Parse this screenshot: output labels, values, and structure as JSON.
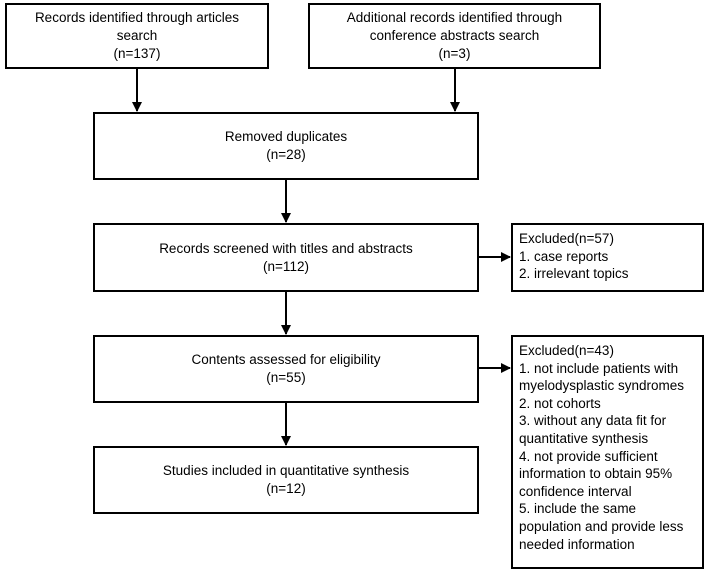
{
  "boxes": {
    "articles": [
      "Records identified through articles",
      "search",
      "(n=137)"
    ],
    "conference": [
      "Additional records identified through",
      "conference abstracts search",
      "(n=3)"
    ],
    "duplicates": [
      "Removed duplicates",
      "(n=28)"
    ],
    "screened": [
      "Records screened with titles and abstracts",
      "(n=112)"
    ],
    "eligibility": [
      "Contents assessed for eligibility",
      "(n=55)"
    ],
    "included": [
      "Studies included in quantitative synthesis",
      "(n=12)"
    ],
    "excluded1": [
      "Excluded(n=57)",
      "1. case reports",
      "2. irrelevant topics"
    ],
    "excluded2": [
      "Excluded(n=43)",
      "1. not include patients with",
      "myelodysplastic syndromes",
      "2. not cohorts",
      "3. without any data fit for",
      "quantitative synthesis",
      "4. not provide sufficient",
      "information to obtain 95%",
      "confidence interval",
      "5. include the same",
      "population and provide less",
      "needed information"
    ]
  }
}
